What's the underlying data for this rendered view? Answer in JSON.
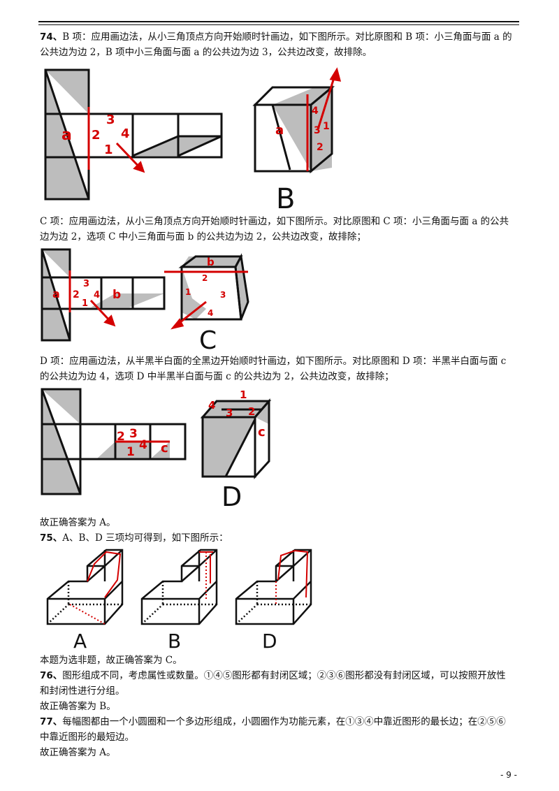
{
  "q74": {
    "num": "74、",
    "b_text_1": "B 项：应用画边法，从小三角顶点方向开始顺时针画边，如下图所示。对比原图和 B 项：小三角面与面 a 的",
    "b_text_2": "公共边为边 2，B 项中小三角面与面 a 的公共边为边 3，公共边改变，故排除。",
    "c_text_1": "C 项：应用画边法，从小三角顶点方向开始顺时针画边，如下图所示。对比原图和 C 项：小三角面与面 a 的公共",
    "c_text_2": "边为边 2，选项 C 中小三角面与面 b 的公共边为边 2，公共边改变，故排除；",
    "d_text_1": "D 项：应用画边法，从半黑半白面的全黑边开始顺时针画边，如下图所示。对比原图和 D 项：半黑半白面与面 c",
    "d_text_2": "的公共边为边 4，选项 D 中半黑半白面与面 c 的公共边为 2，公共边改变，故排除；",
    "answer": "故正确答案为 A。",
    "fig_b": {
      "a": "a",
      "n1": "1",
      "n2": "2",
      "n3": "3",
      "n4": "4",
      "cube_a": "a",
      "c1": "1",
      "c2": "2",
      "c3": "3",
      "c4": "4",
      "letter": "B"
    },
    "fig_c": {
      "a": "a",
      "b": "b",
      "n1": "1",
      "n2": "2",
      "n3": "3",
      "n4": "4",
      "cb": "b",
      "c1": "1",
      "c2": "2",
      "c3": "3",
      "c4": "4",
      "letter": "C"
    },
    "fig_d": {
      "n1": "1",
      "n2": "2",
      "n3": "3",
      "n4": "4",
      "c": "c",
      "c1": "1",
      "c2": "2",
      "c3": "3",
      "c4": "4",
      "cc": "c",
      "letter": "D"
    }
  },
  "q75": {
    "num": "75、",
    "text": "A、B、D 三项均可得到，如下图所示：",
    "labels": [
      "A",
      "B",
      "D"
    ],
    "answer": "本题为选非题，故正确答案为 C。"
  },
  "q76": {
    "num": "76、",
    "text_1": "图形组成不同，考虑属性或数量。①④⑤图形都有封闭区域；②③⑥图形都没有封闭区域，可以按照开放性",
    "text_2": "和封闭性进行分组。",
    "answer": "故正确答案为 B。"
  },
  "q77": {
    "num": "77、",
    "text_1": "每幅图都由一个小圆圈和一个多边形组成，小圆圈作为功能元素，在①③④中靠近图形的最长边；在②⑤⑥",
    "text_2": "中靠近图形的最短边。",
    "answer": "故正确答案为 A。"
  },
  "footer": {
    "page": "- 9 -"
  }
}
